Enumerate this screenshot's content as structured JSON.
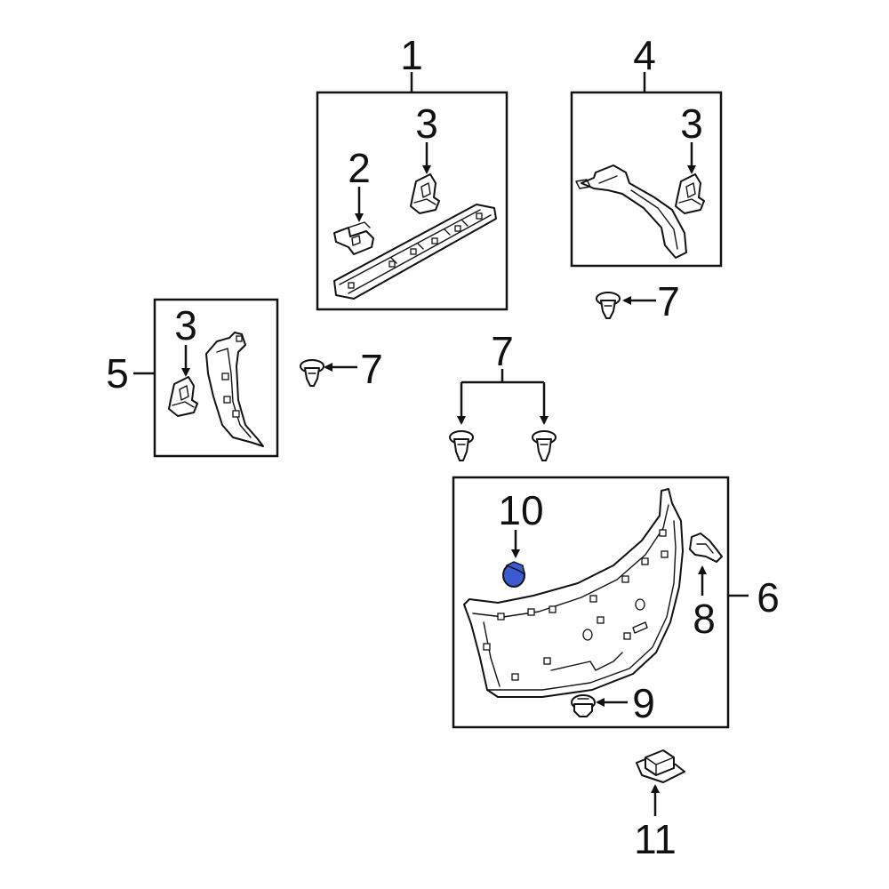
{
  "diagram": {
    "callouts": {
      "c1": "1",
      "c2": "2",
      "c3a": "3",
      "c4": "4",
      "c3b": "3",
      "c3c": "3",
      "c5": "5",
      "c7a": "7",
      "c7b": "7",
      "c7c": "7",
      "c6": "6",
      "c10": "10",
      "c8": "8",
      "c9": "9",
      "c11": "11"
    },
    "colors": {
      "line": "#111111",
      "highlight_part": "#3d5bd1"
    },
    "highlighted_part": "10"
  }
}
